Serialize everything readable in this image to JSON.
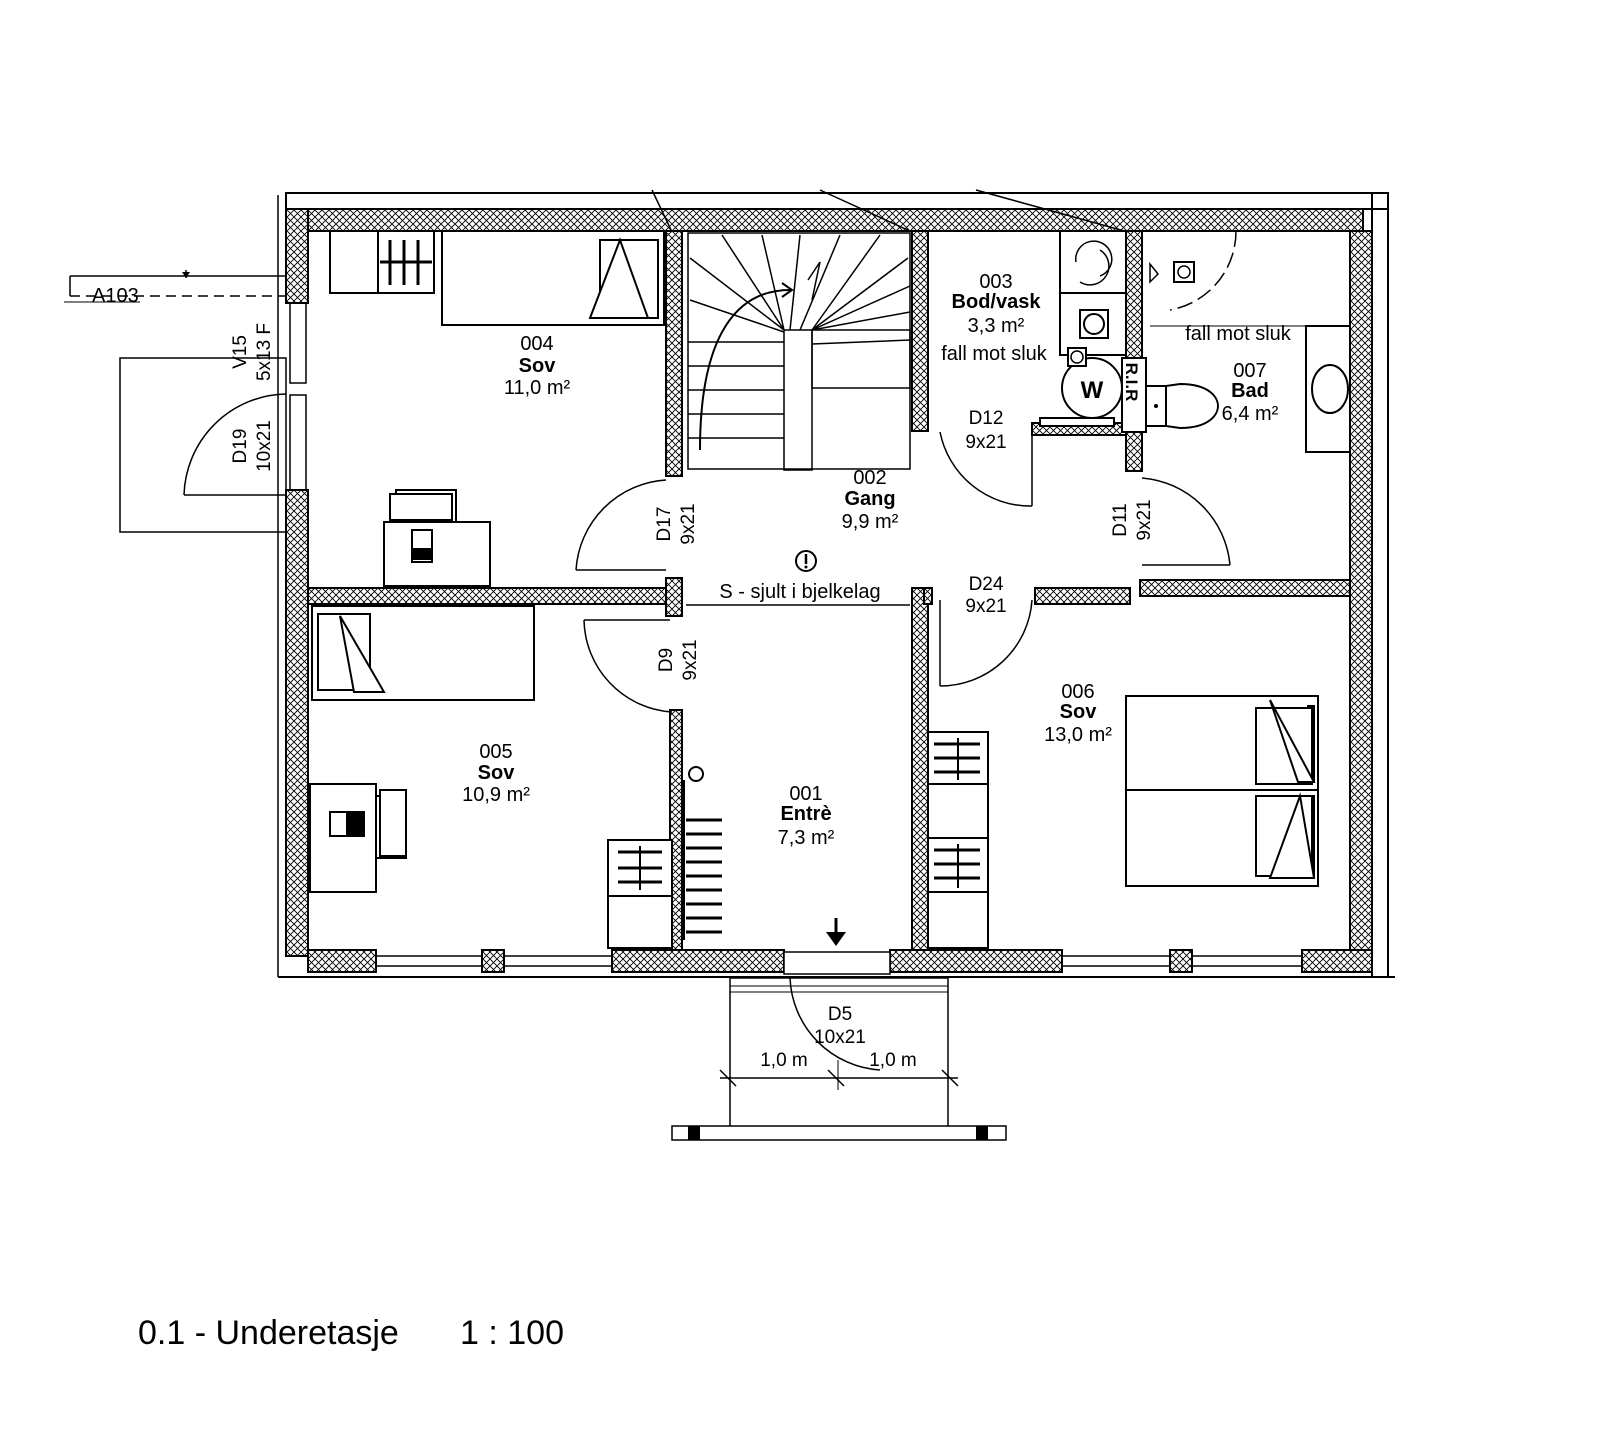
{
  "rooms": [
    {
      "id": "room-004",
      "number": "004",
      "name": "Sov",
      "area": "11,0 m²"
    },
    {
      "id": "room-003",
      "number": "003",
      "name": "Bod/vask",
      "area": "3,3 m²"
    },
    {
      "id": "room-007",
      "number": "007",
      "name": "Bad",
      "area": "6,4 m²"
    },
    {
      "id": "room-002",
      "number": "002",
      "name": "Gang",
      "area": "9,9 m²"
    },
    {
      "id": "room-005",
      "number": "005",
      "name": "Sov",
      "area": "10,9 m²"
    },
    {
      "id": "room-001",
      "number": "001",
      "name": "Entrè",
      "area": "7,3 m²"
    },
    {
      "id": "room-006",
      "number": "006",
      "name": "Sov",
      "area": "13,0 m²"
    }
  ],
  "notes": {
    "fall_bod": "fall mot sluk",
    "fall_bad": "fall mot sluk",
    "hidden_pipe": "S - sjult i bjelkelag",
    "riser": "R.I.R",
    "washer": "W",
    "section_marker": "A103"
  },
  "doors": {
    "d12": {
      "tag": "D12",
      "size": "9x21"
    },
    "d17": {
      "tag": "D17",
      "size": "9x21"
    },
    "d11": {
      "tag": "D11",
      "size": "9x21"
    },
    "d24": {
      "tag": "D24",
      "size": "9x21"
    },
    "d9": {
      "tag": "D9",
      "size": "9x21"
    },
    "d19": {
      "tag": "D19",
      "size": "10x21"
    },
    "v15": {
      "tag": "V15",
      "size": "5x13 F"
    },
    "d5": {
      "tag": "D5",
      "size": "10x21"
    }
  },
  "dimensions": {
    "left": "1,0 m",
    "right": "1,0 m"
  },
  "caption": {
    "title": "0.1 - Underetasje",
    "scale": "1 : 100"
  }
}
